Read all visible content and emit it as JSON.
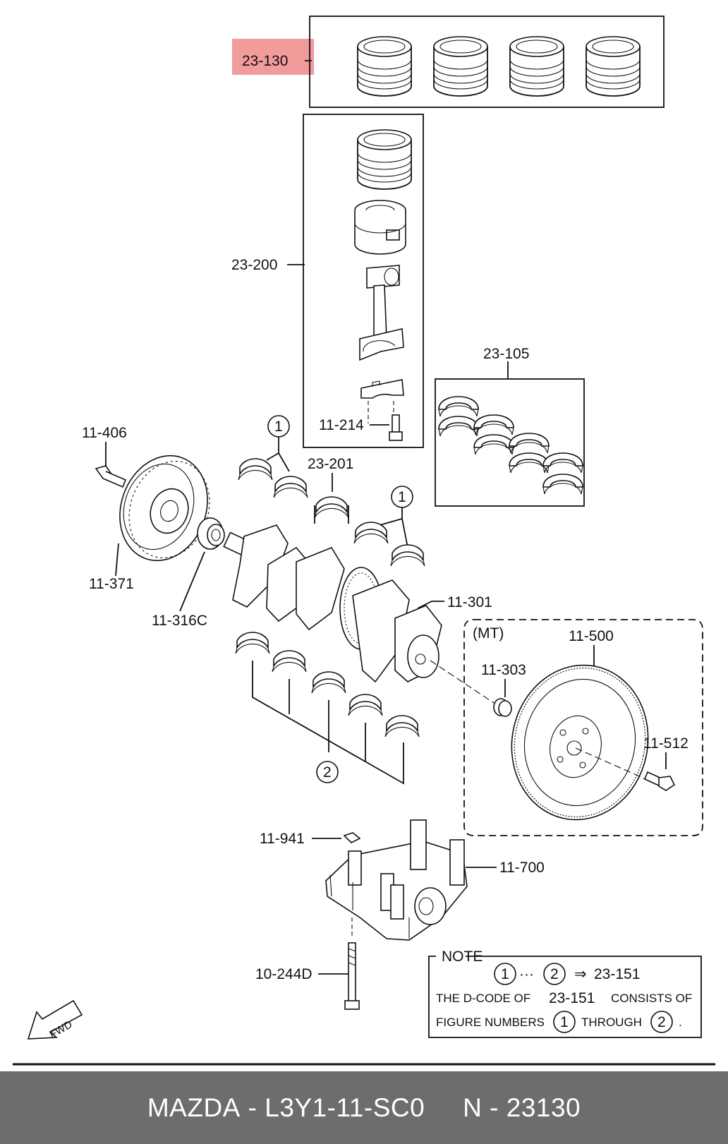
{
  "labels": {
    "l23_130": "23-130",
    "l23_200": "23-200",
    "l23_105": "23-105",
    "l11_214": "11-214",
    "l11_406": "11-406",
    "l23_201": "23-201",
    "l11_371": "11-371",
    "l11_316c": "11-316C",
    "l11_301": "11-301",
    "mt": "(MT)",
    "l11_500": "11-500",
    "l11_303": "11-303",
    "l11_512": "11-512",
    "l11_941": "11-941",
    "l11_700": "11-700",
    "l10_244d": "10-244D",
    "fwd": "FWD",
    "circle1": "1",
    "circle2": "2"
  },
  "note": {
    "title": "NOTE",
    "range_dots": "···",
    "arrow": "⇒",
    "range_code": "23-151",
    "line2_a": "THE D-CODE OF",
    "line2_code": "23-151",
    "line2_b": "CONSISTS OF",
    "line3_a": "FIGURE NUMBERS",
    "line3_b": "THROUGH",
    "line3_end": "."
  },
  "footer": {
    "brand": "MAZDA",
    "sep1": " - ",
    "part_number": "L3Y1-11-SC0",
    "gap": "     ",
    "n_label": "N",
    "sep2": " - ",
    "n_value": "23130"
  },
  "colors": {
    "highlight": "#f19b9b",
    "footer_bg": "#6d6d6d",
    "footer_text": "#ffffff"
  }
}
